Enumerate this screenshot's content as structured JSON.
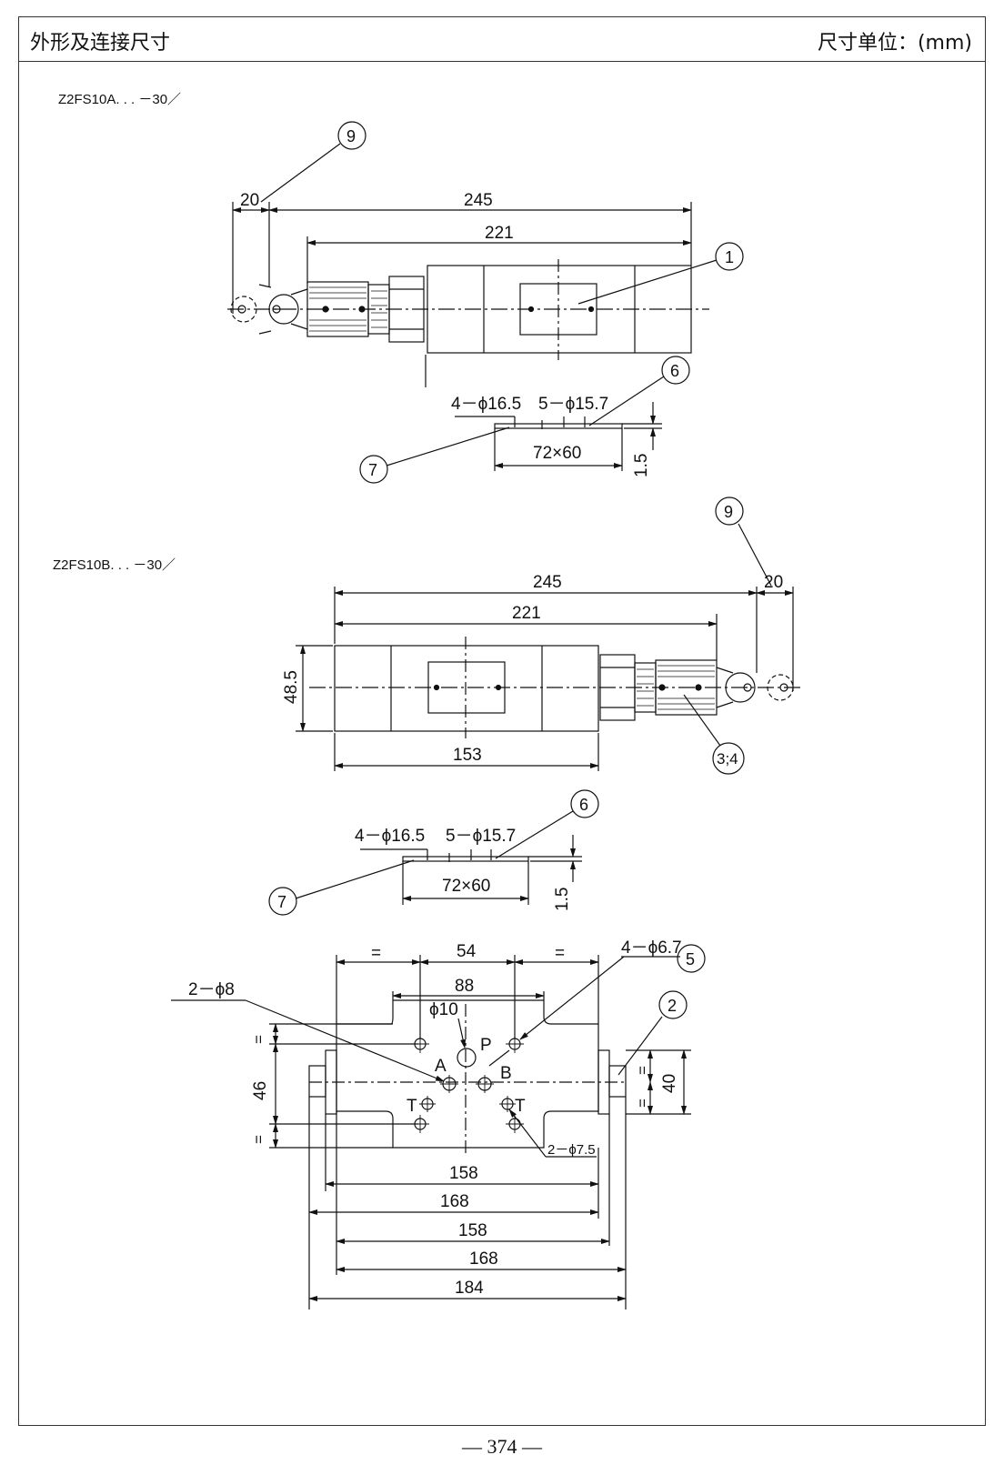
{
  "header": {
    "title": "外形及连接尺寸",
    "unit": "尺寸单位：(mm)"
  },
  "model_a": "Z2FS10A. . . －30／",
  "model_b": "Z2FS10B. . . －30／",
  "page_number": "— 374 —",
  "dims": {
    "a_20": "20",
    "a_245": "245",
    "a_221": "221",
    "a_phi165": "4－ϕ16.5",
    "a_phi157": "5－ϕ15.7",
    "a_72x60": "72×60",
    "a_15": "1.5",
    "b_245": "245",
    "b_221": "221",
    "b_20": "20",
    "b_485": "48.5",
    "b_153": "153",
    "c_phi165": "4－ϕ16.5",
    "c_phi157": "5－ϕ15.7",
    "c_72x60": "72×60",
    "c_15": "1.5",
    "d_eq1": "=",
    "d_54": "54",
    "d_eq2": "=",
    "d_phi67": "4－ϕ6.7",
    "d_88": "88",
    "d_phi10": "ϕ10",
    "d_phi8": "2－ϕ8",
    "d_46": "46",
    "d_40": "40",
    "d_phi75": "2－ϕ7.5",
    "d_158a": "158",
    "d_168a": "168",
    "d_158b": "158",
    "d_168b": "168",
    "d_184": "184",
    "d_eq3": "=",
    "d_eq4": "=",
    "d_eq5": "=",
    "d_eq6": "="
  },
  "ports": {
    "p": "P",
    "a": "A",
    "b": "B",
    "t1": "T",
    "t2": "T"
  },
  "balloons": {
    "a9": "9",
    "a1": "1",
    "a6": "6",
    "a7": "7",
    "b9": "9",
    "b34": "3;4",
    "c6": "6",
    "c7": "7",
    "d5": "5",
    "d2": "2"
  }
}
